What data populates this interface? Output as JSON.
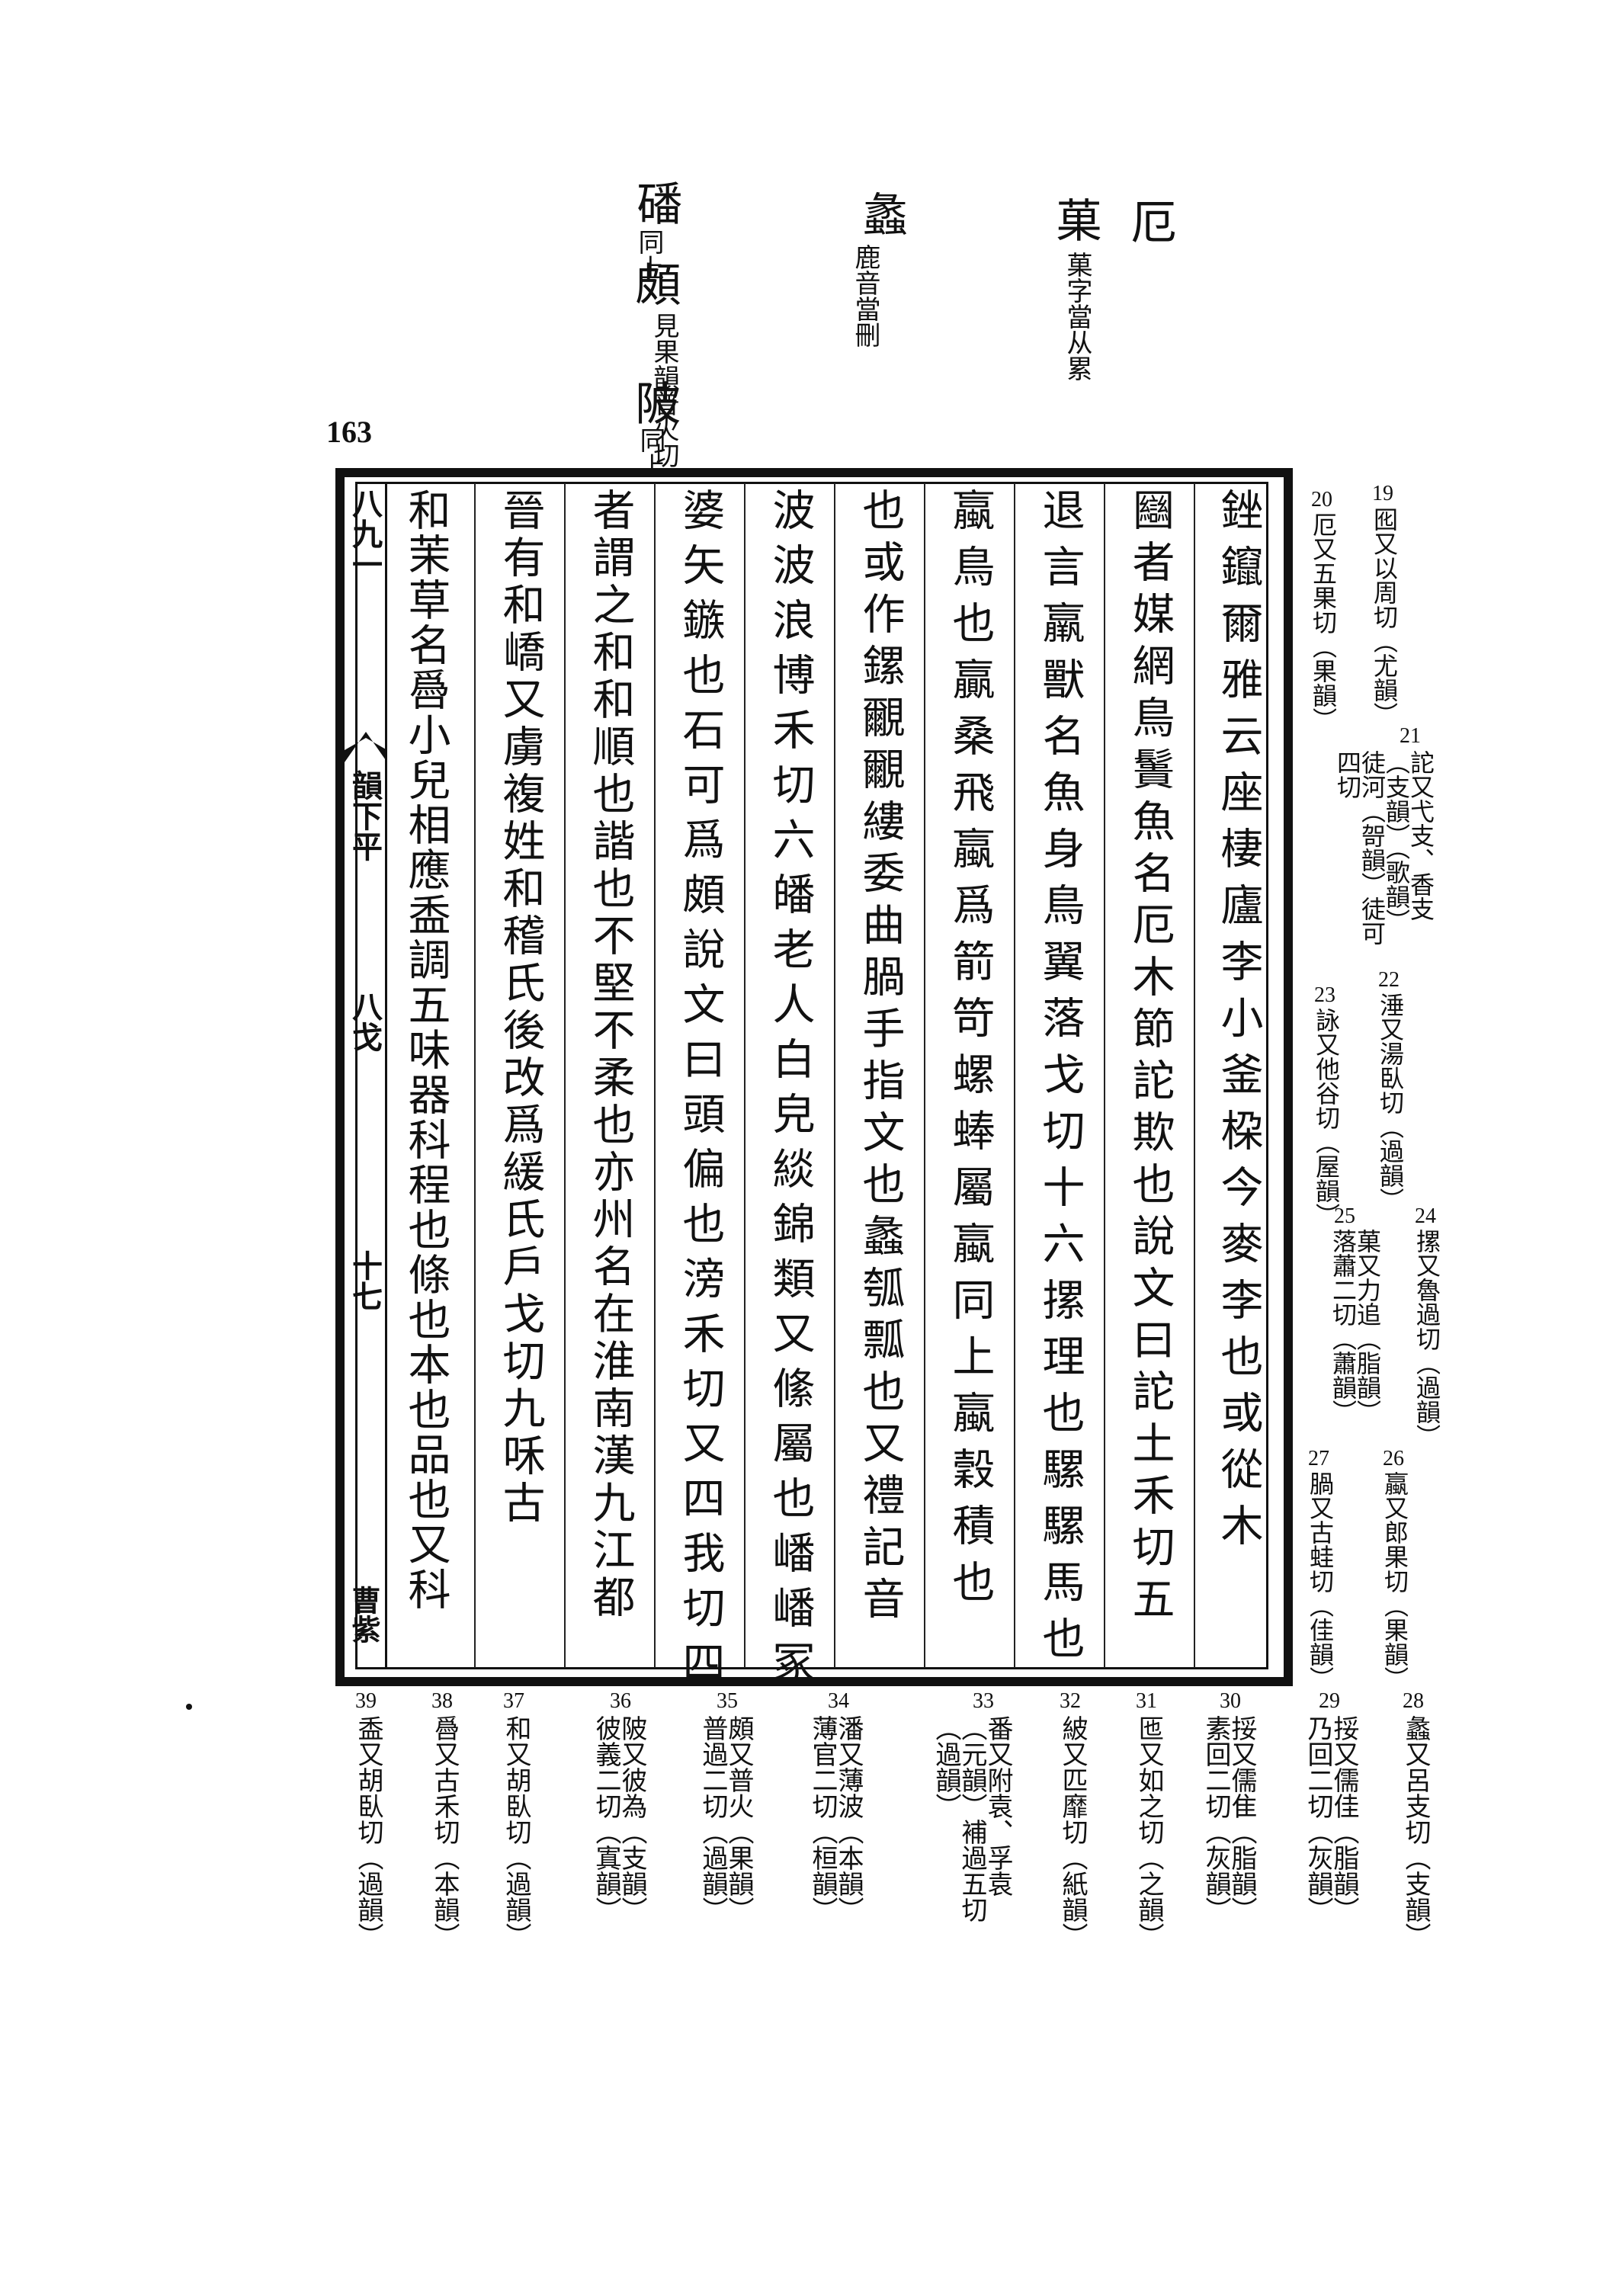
{
  "page_number": "163",
  "top_notes": [
    {
      "big": "厄",
      "small": ""
    },
    {
      "big": "菓",
      "small": "菓字當从累"
    },
    {
      "big": "蠡",
      "small": "鹿音當刪"
    },
    {
      "big": "磻",
      "small": "同上"
    },
    {
      "big": "頗",
      "small": "見果韻普火切"
    },
    {
      "big": "陂",
      "small": "同上"
    }
  ],
  "spine": {
    "vol": "八九一",
    "rhyme": "韻下平",
    "section": "八戈",
    "leaf": "十七",
    "publisher": "曹紫"
  },
  "main_columns": [
    "銼鑹爾雅云座棲廬李小釜桗今麥李也或從木",
    "圝者媒網鳥䰎魚名厄木節詑欺也說文曰詑土禾切五",
    "退言羸獸名魚身鳥翼落戈切十六摞理也騾騾馬也",
    "蠃鳥也贏桑飛蠃爲箭笴螺蜯屬蠃同上蠃穀積也",
    "也或作鏍覼覼縷委曲腡手指文也蠡瓠瓢也又禮記音",
    "波波浪博禾切六皤老人白皃緂錦類又絛屬也嶓嶓冢",
    "婆矢鏃也石可爲頗說文曰頭偏也滂禾切又四我切四",
    "者謂之和和順也諧也不堅不柔也亦州名在淮南漢九江都",
    "晉有和嶠又虜複姓和稽氏後改爲緩氏戶戈切九咊古",
    "和茉草名噕小兒相應盉調五味器科程也條也本也品也又科"
  ],
  "right_margin_notes": [
    {
      "num": "19",
      "head": "囮",
      "text": "又以周切（尤韻）"
    },
    {
      "num": "20",
      "head": "厄",
      "text": "又五果切（果韻）"
    },
    {
      "num": "21",
      "head": "詑",
      "text": "又弋支、香支（支韻）（歌韻）徒河（哿韻）徒可四切"
    },
    {
      "num": "22",
      "head": "涶",
      "text": "又湯臥切（過韻）"
    },
    {
      "num": "23",
      "head": "詠",
      "text": "又他谷切（屋韻）"
    },
    {
      "num": "24",
      "head": "摞",
      "text": "又魯過切（過韻）"
    },
    {
      "num": "25",
      "head": "菓",
      "text": "又力追（脂韻）落蕭二切（蕭韻）"
    },
    {
      "num": "26",
      "head": "蠃",
      "text": "又郎果切（果韻）"
    },
    {
      "num": "27",
      "head": "腡",
      "text": "又古蛙切（佳韻）"
    }
  ],
  "bottom_notes": [
    {
      "num": "28",
      "head": "蠡",
      "text": "又呂支切（支韻）"
    },
    {
      "num": "29",
      "head": "挼",
      "text": "又儒佳（脂韻）乃回二切（灰韻）"
    },
    {
      "num": "30",
      "head": "挼",
      "text": "又儒隹（脂韻）素回二切（灰韻）"
    },
    {
      "num": "31",
      "head": "匜",
      "text": "又如之切（之韻）"
    },
    {
      "num": "32",
      "head": "紴",
      "text": "又匹靡切（紙韻）"
    },
    {
      "num": "33",
      "head": "番",
      "text": "又附袁、孚袁（元韻）補過五切（過韻）"
    },
    {
      "num": "34",
      "head": "潘",
      "text": "又薄波（本韻）薄官二切（桓韻）"
    },
    {
      "num": "35",
      "head": "頗",
      "text": "又普火（果韻）普過二切（過韻）"
    },
    {
      "num": "36",
      "head": "陂",
      "text": "又彼為（支韻）彼義二切（寘韻）"
    },
    {
      "num": "37",
      "head": "和",
      "text": "又胡臥切（過韻）"
    },
    {
      "num": "38",
      "head": "噕",
      "text": "又古禾切（本韻）"
    },
    {
      "num": "39",
      "head": "盉",
      "text": "又胡臥切（過韻）"
    }
  ]
}
